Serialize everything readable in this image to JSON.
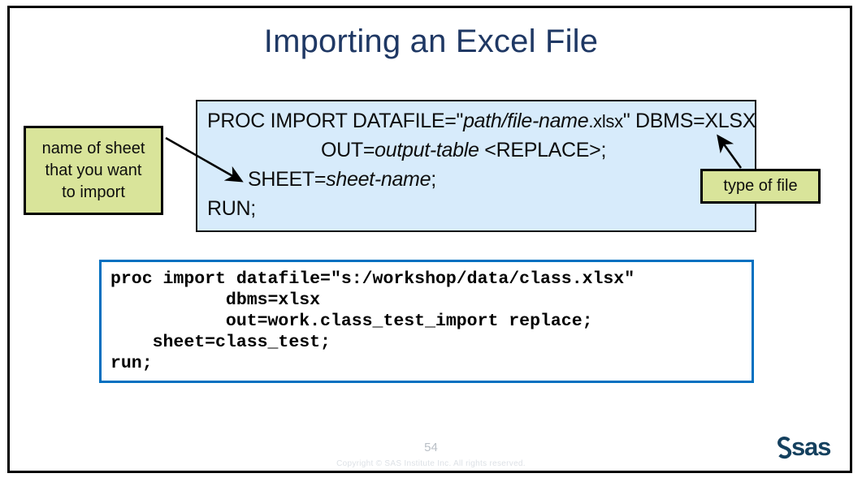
{
  "slide": {
    "title": "Importing an Excel File",
    "page_number": "54",
    "copyright": "Copyright © SAS Institute Inc. All rights reserved.",
    "logo_text": "sas",
    "accent_colors": {
      "title": "#1f3864",
      "syntax_fill": "#d7ebfb",
      "callout_fill": "#d9e49a",
      "code_border": "#0070c0",
      "logo": "#14405e"
    }
  },
  "syntax_box": {
    "line1": {
      "keyword": "PROC IMPORT DATAFILE=\"",
      "placeholder": "path/file-name",
      "extension": ".xlsx",
      "tail": "\" DBMS=XLSX"
    },
    "line2": {
      "keyword": "OUT=",
      "placeholder": "output-table",
      "tail": " <REPLACE>;"
    },
    "line3": {
      "keyword": "SHEET=",
      "placeholder": "sheet-name",
      "tail": ";"
    },
    "line4": {
      "keyword": "RUN;"
    }
  },
  "code_box": {
    "code": "proc import datafile=\"s:/workshop/data/class.xlsx\"\n           dbms=xlsx\n           out=work.class_test_import replace;\n    sheet=class_test;\nrun;"
  },
  "callouts": {
    "left": {
      "line1": "name  of sheet",
      "line2": "that you want",
      "line3": "to import"
    },
    "right": {
      "text": "type of file"
    }
  }
}
